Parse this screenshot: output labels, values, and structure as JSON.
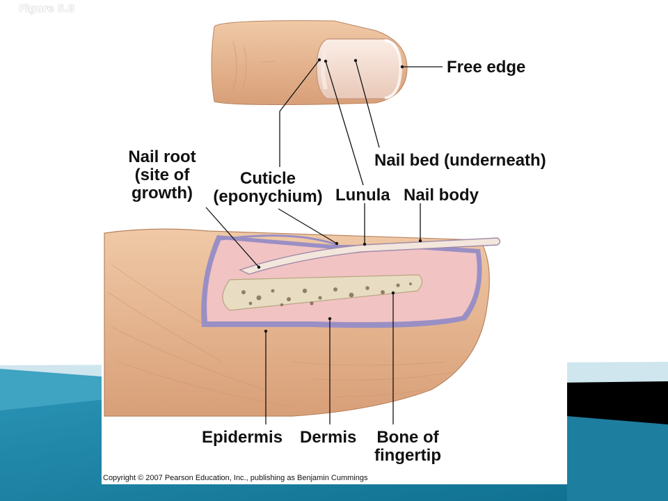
{
  "figure_label": "Figure 5.8",
  "labels": {
    "free_edge": "Free edge",
    "nail_bed": "Nail bed (underneath)",
    "nail_root_line1": "Nail root",
    "nail_root_line2": "(site of",
    "nail_root_line3": "growth)",
    "cuticle_line1": "Cuticle",
    "cuticle_line2": "(eponychium)",
    "lunula": "Lunula",
    "nail_body": "Nail body",
    "epidermis": "Epidermis",
    "dermis": "Dermis",
    "bone_line1": "Bone of",
    "bone_line2": "fingertip"
  },
  "copyright": "Copyright © 2007 Pearson Education, Inc., publishing as Benjamin Cummings",
  "colors": {
    "slide_teal": "#1f86a8",
    "slide_teal_light": "#5fb6d0",
    "black_band": "#000000",
    "skin": "#e3b58f",
    "skin_dark": "#c8906a",
    "dermis_pink": "#f1c3c3",
    "epidermis_purple": "#9a8fc4",
    "bone": "#e8dcc2",
    "nail": "#f3e6dc"
  }
}
